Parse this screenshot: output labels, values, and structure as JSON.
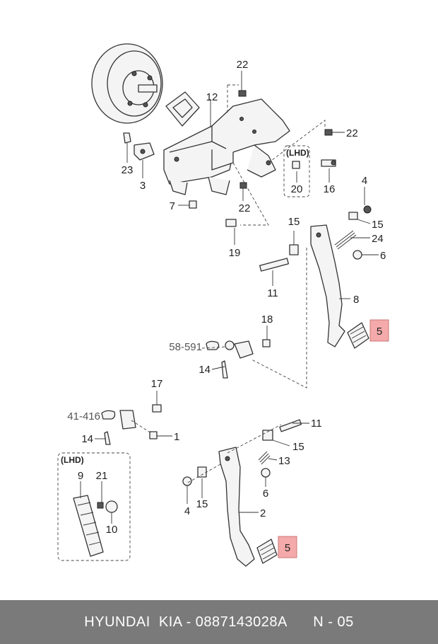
{
  "labels": {
    "l22a": "22",
    "l12": "12",
    "l22b": "22",
    "lhd_box1": "(LHD)",
    "l20": "20",
    "l16": "16",
    "l23": "23",
    "l3": "3",
    "l7": "7",
    "l22c": "22",
    "l4a": "4",
    "l15a": "15",
    "l15b": "15",
    "l24": "24",
    "l19": "19",
    "l6a": "6",
    "l11a": "11",
    "l8": "8",
    "l5a": "5",
    "l18": "18",
    "ref58591": "58-591",
    "l14a": "14",
    "l17": "17",
    "ref41416": "41-416",
    "l11b": "11",
    "l1": "1",
    "l14b": "14",
    "l15c": "15",
    "lhd_box2": "(LHD)",
    "l13": "13",
    "l9": "9",
    "l21": "21",
    "l6b": "6",
    "l4b": "4",
    "l15d": "15",
    "l2": "2",
    "l10": "10",
    "l5b": "5"
  },
  "highlight_color": "#f4aaaa",
  "footer": {
    "brand": "HYUNDAI  KIA - 0887143028A",
    "code": "N - 05"
  }
}
